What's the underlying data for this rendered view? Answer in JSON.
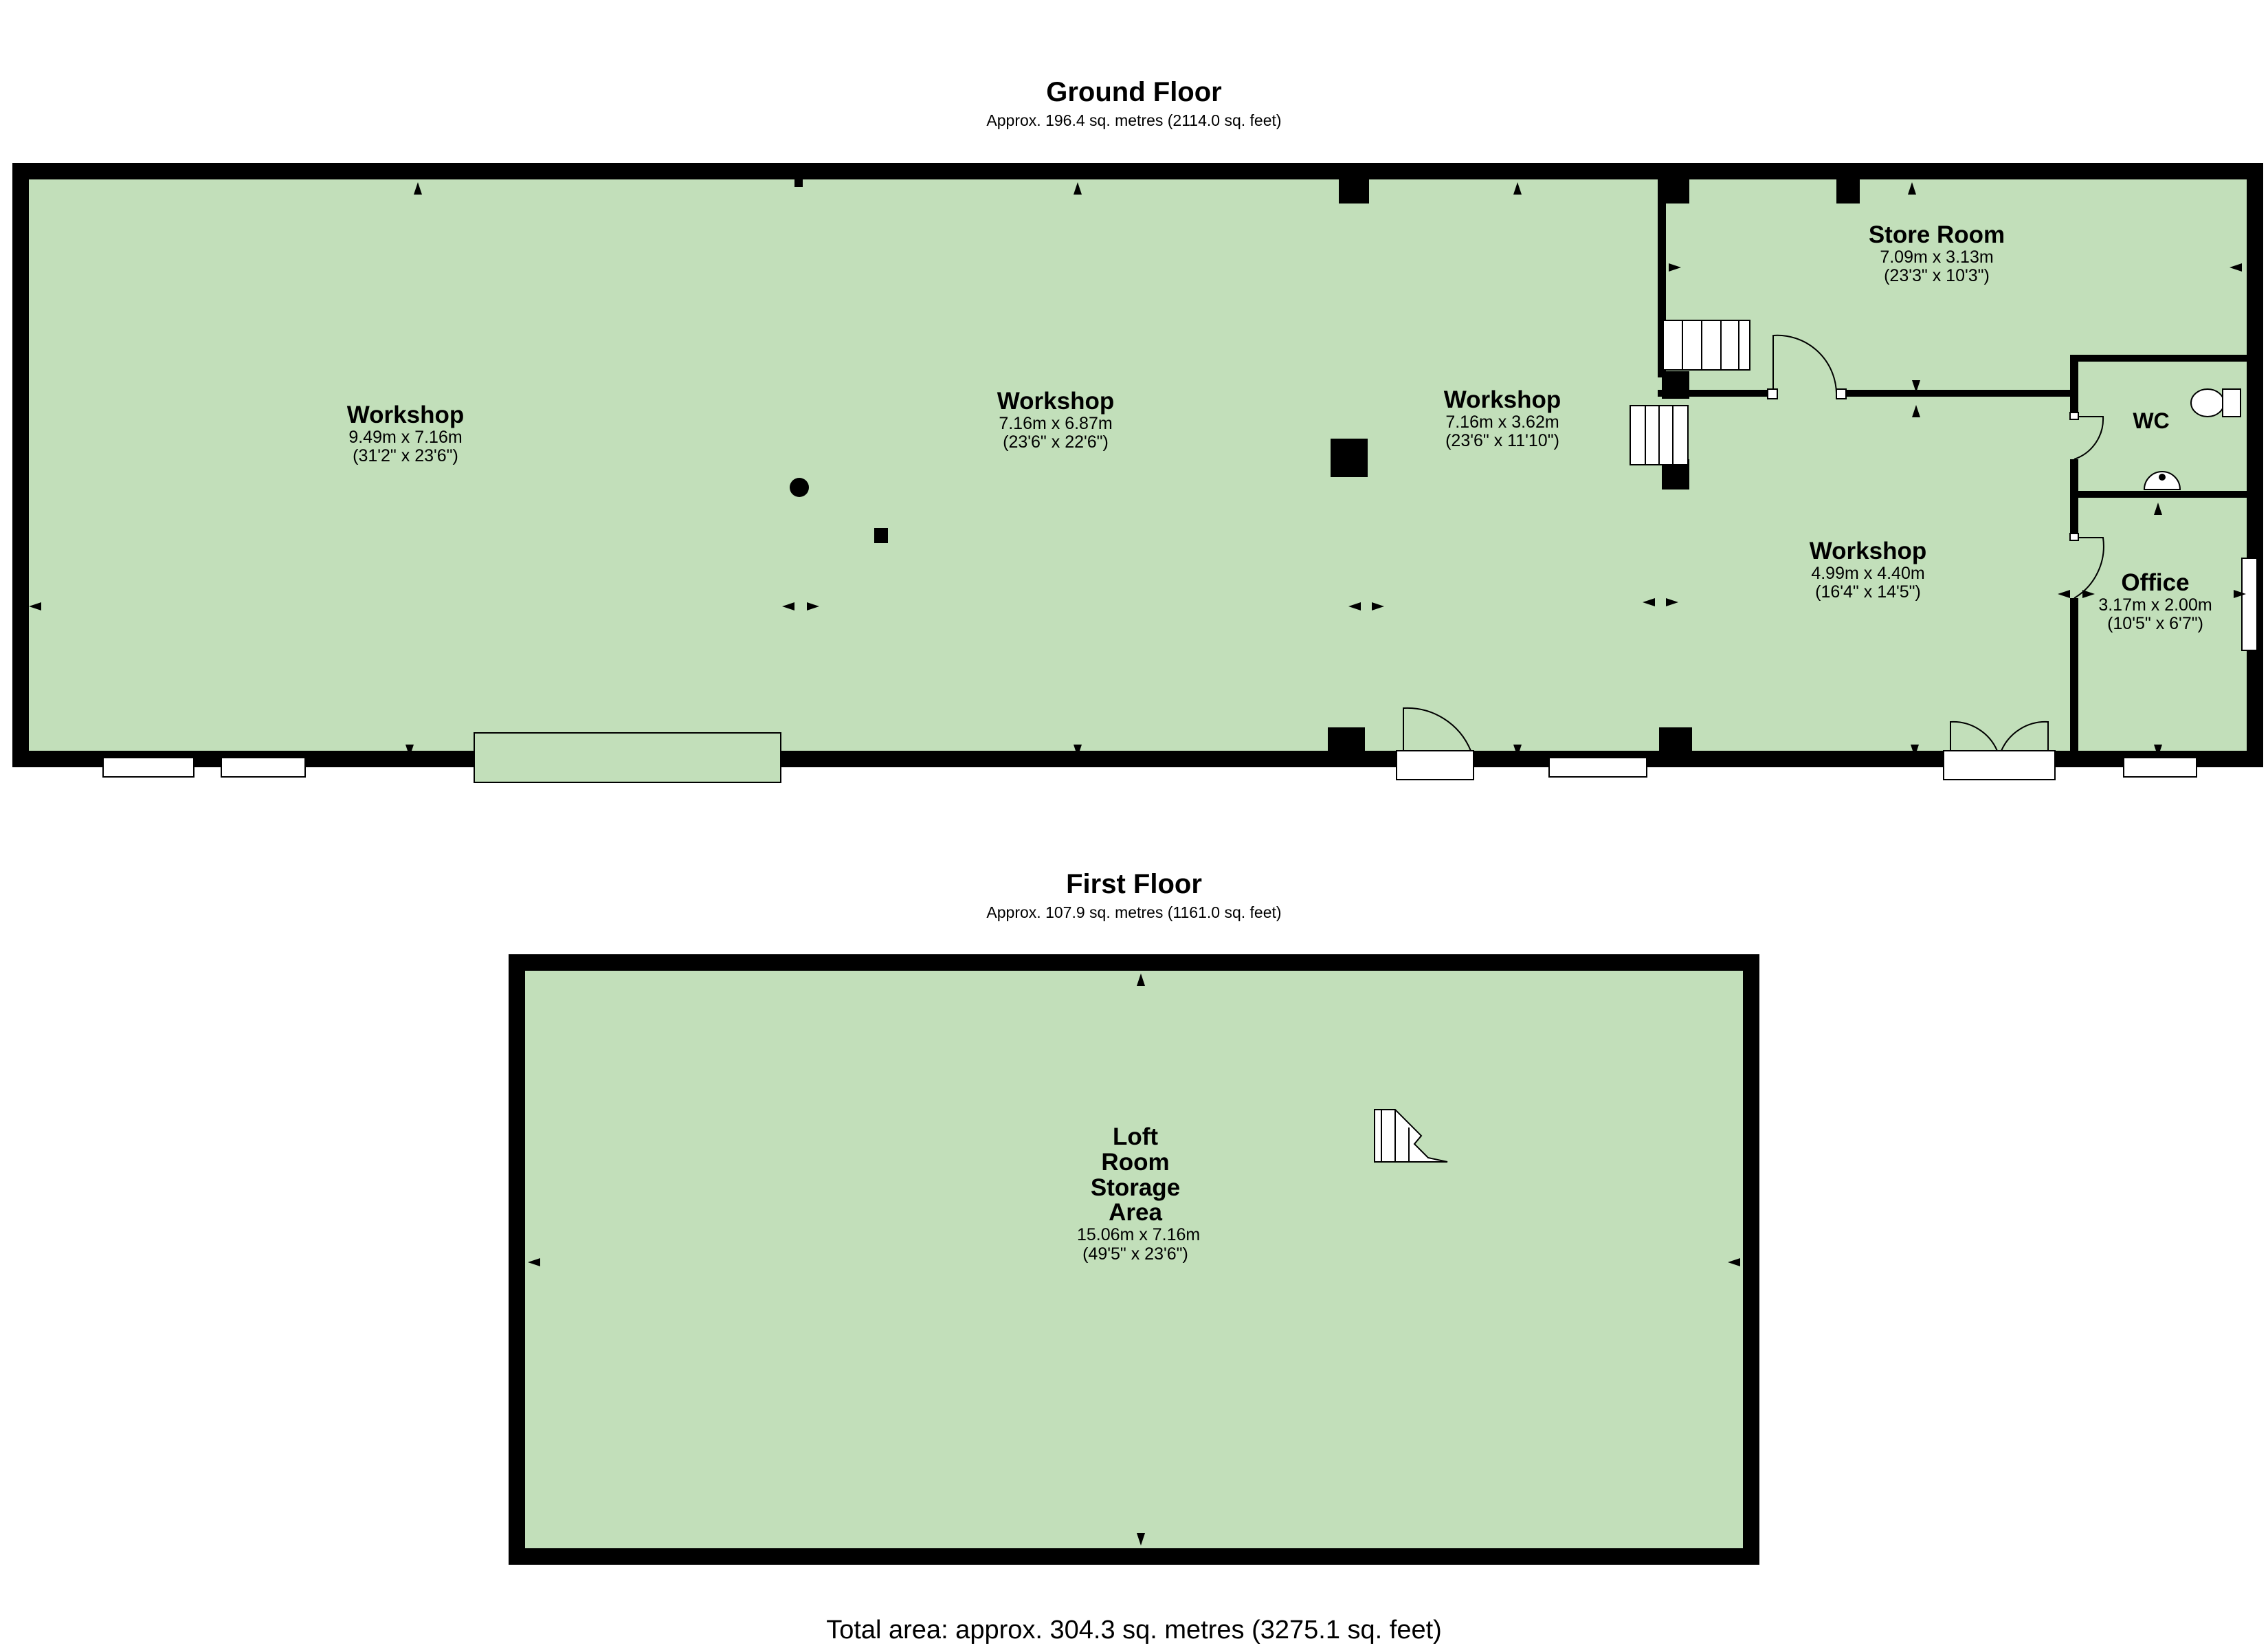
{
  "colors": {
    "floor_fill": "#c2dfba",
    "wall": "#000000",
    "window_fill": "#ffffff"
  },
  "ground_floor": {
    "title": "Ground Floor",
    "area": "Approx. 196.4 sq. metres (2114.0 sq. feet)",
    "rooms": [
      {
        "name": "Workshop",
        "metric": "9.49m x 7.16m",
        "imperial": "(31'2\" x 23'6\")"
      },
      {
        "name": "Workshop",
        "metric": "7.16m x 6.87m",
        "imperial": "(23'6\" x 22'6\")"
      },
      {
        "name": "Workshop",
        "metric": "7.16m x 3.62m",
        "imperial": "(23'6\" x 11'10\")"
      },
      {
        "name": "Store Room",
        "metric": "7.09m x 3.13m",
        "imperial": "(23'3\" x 10'3\")"
      },
      {
        "name": "WC",
        "metric": "",
        "imperial": ""
      },
      {
        "name": "Workshop",
        "metric": "4.99m x 4.40m",
        "imperial": "(16'4\" x 14'5\")"
      },
      {
        "name": "Office",
        "metric": "3.17m x 2.00m",
        "imperial": "(10'5\" x 6'7\")"
      }
    ]
  },
  "first_floor": {
    "title": "First Floor",
    "area": "Approx. 107.9 sq. metres (1161.0 sq. feet)",
    "rooms": [
      {
        "name": "Loft Room Storage Area",
        "metric": "15.06m x 7.16m",
        "imperial": "(49'5\" x 23'6\")"
      }
    ]
  },
  "total_area": "Total area: approx. 304.3 sq. metres (3275.1 sq. feet)"
}
